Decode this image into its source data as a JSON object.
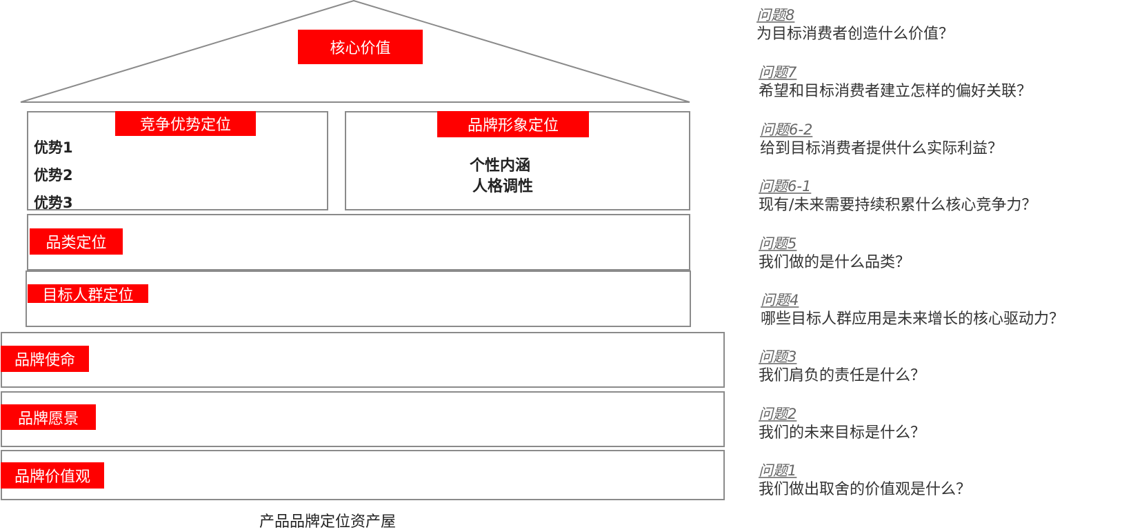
{
  "house": {
    "core_value": "核心价值",
    "competitive": {
      "label": "竞争优势定位",
      "items": [
        "优势1",
        "优势2",
        "优势3"
      ]
    },
    "image": {
      "label": "品牌形象定位",
      "lines": [
        "个性内涵",
        "人格调性"
      ]
    },
    "category": "品类定位",
    "target": "目标人群定位",
    "mission": "品牌使命",
    "vision": "品牌愿景",
    "values": "品牌价值观",
    "caption": "产品品牌定位资产屋"
  },
  "questions": [
    {
      "label": "问题8",
      "text": "为目标消费者创造什么价值？"
    },
    {
      "label": "问题7",
      "text": "希望和目标消费者建立怎样的偏好关联？"
    },
    {
      "label": "问题6-2",
      "text": "给到目标消费者提供什么实际利益？"
    },
    {
      "label": "问题6-1",
      "text": "现有/未来需要持续积累什么核心竞争力？"
    },
    {
      "label": "问题5",
      "text": "我们做的是什么品类？"
    },
    {
      "label": "问题4",
      "text": "哪些目标人群应用是未来增长的核心驱动力？"
    },
    {
      "label": "问题3",
      "text": "我们肩负的责任是什么？"
    },
    {
      "label": "问题2",
      "text": "我们的未来目标是什么？"
    },
    {
      "label": "问题1",
      "text": "我们做出取舍的价值观是什么？"
    }
  ],
  "colors": {
    "accent": "#ff0000",
    "border": "#8a8a8a"
  }
}
